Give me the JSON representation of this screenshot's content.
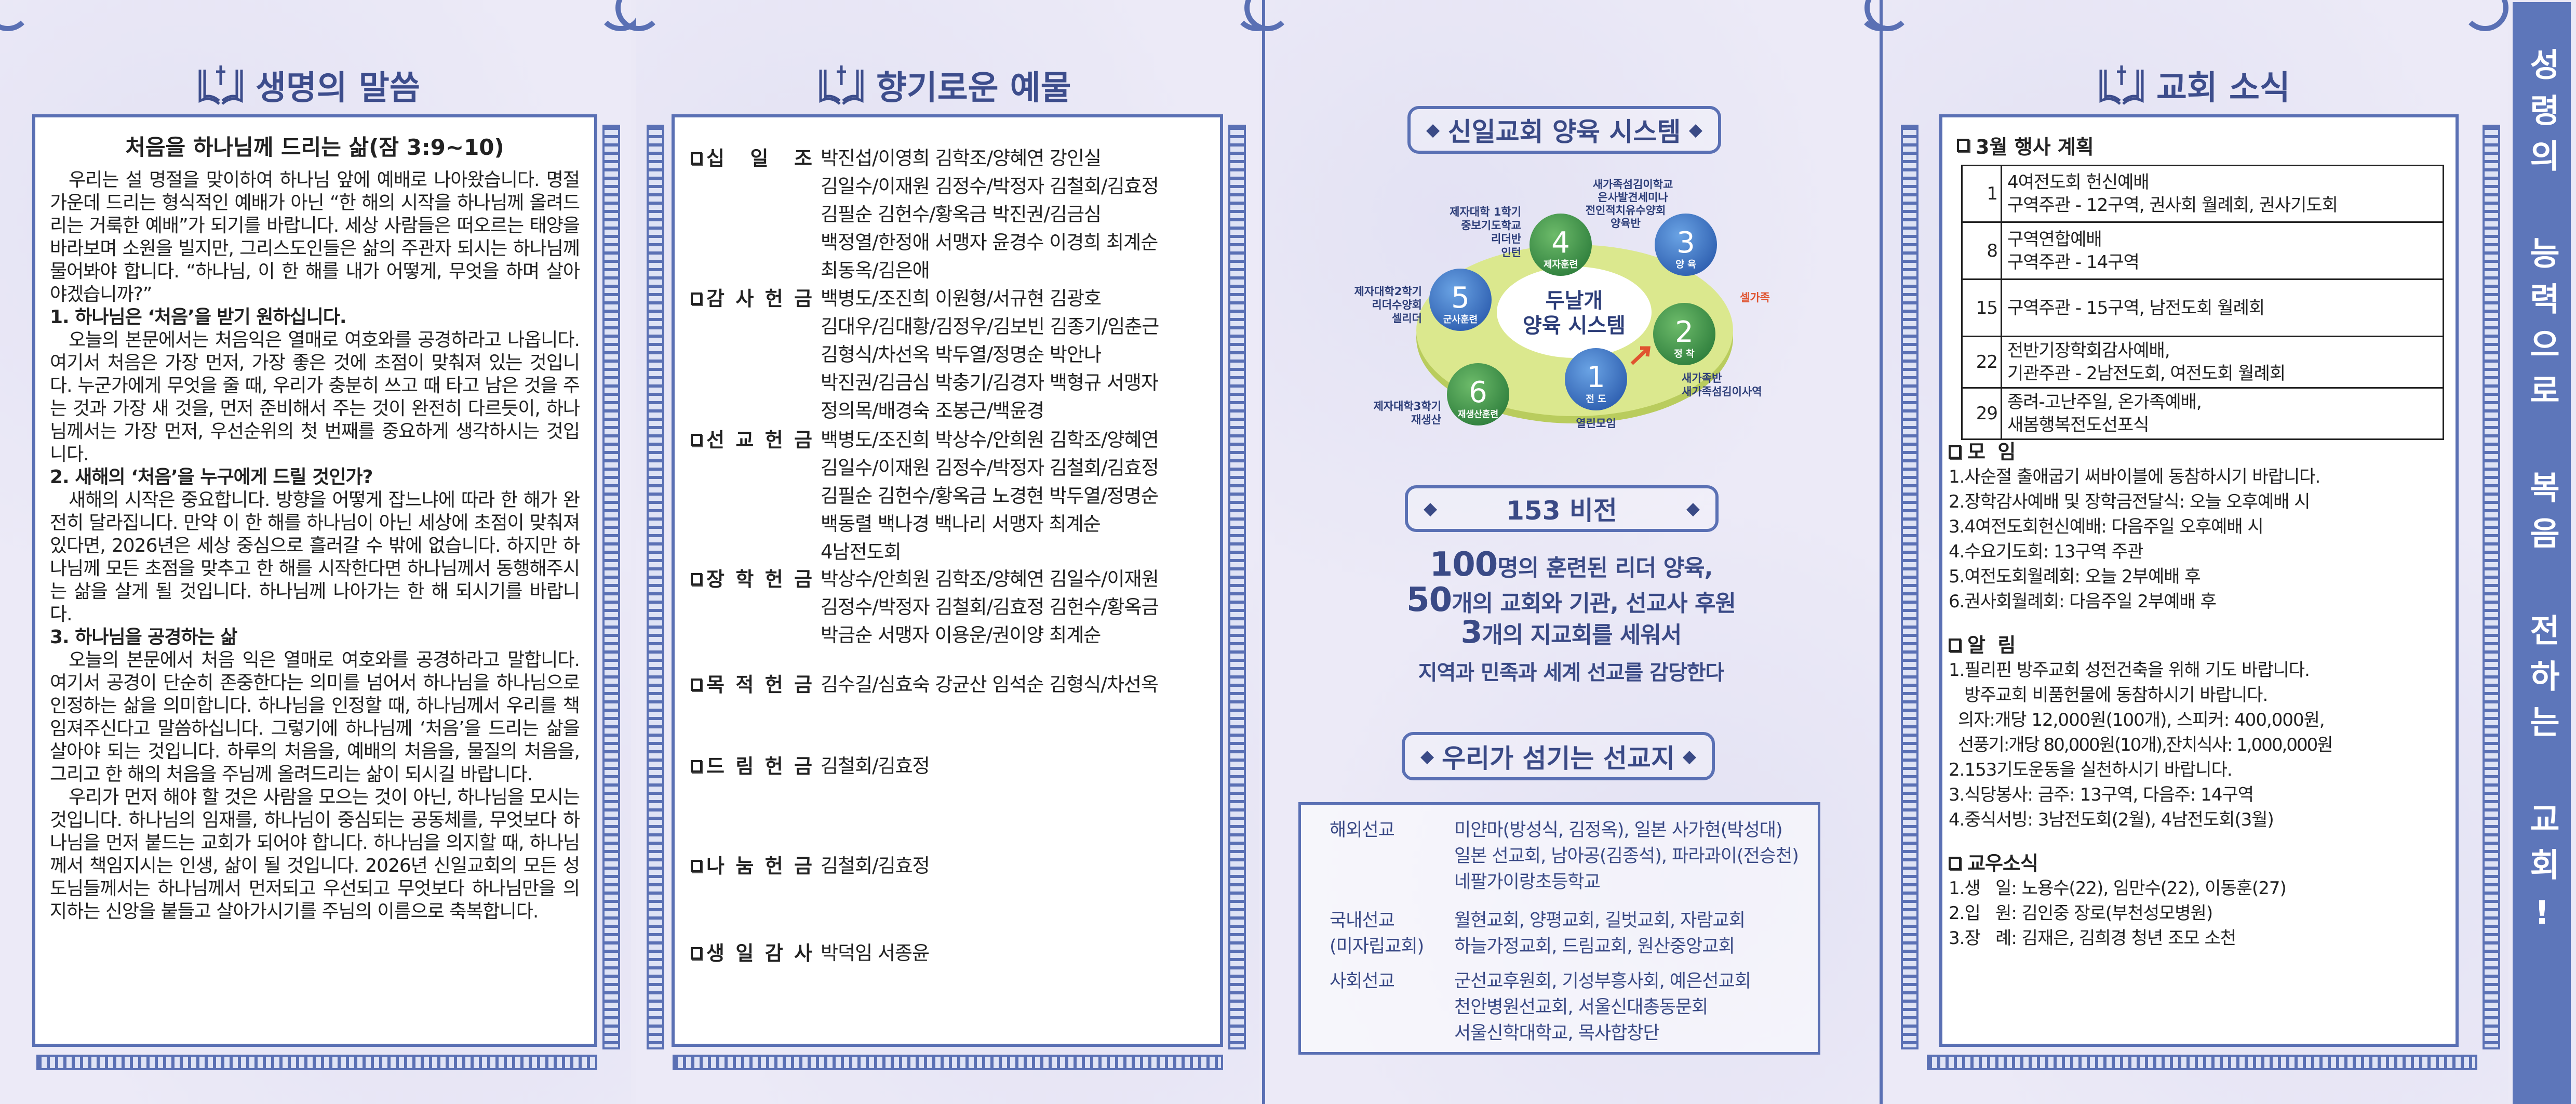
{
  "colors": {
    "frame_blue": "#5a70b4",
    "heading_navy": "#3a4a86",
    "banner": "#5d76ba",
    "green_circle": "#3f9a4a",
    "blue_circle": "#3a74c4",
    "ring": "#d9e78c",
    "accent_red": "#e0532f"
  },
  "panel1": {
    "header": "생명의 말씀",
    "sermon_title": "처음을 하나님께 드리는 삶(잠 3:9~10)",
    "intro": "우리는 설 명절을 맞이하여 하나님 앞에 예배로 나아왔습니다. 명절 가운데 드리는 형식적인 예배가 아닌 “한 해의 시작을 하나님께 올려드리는 거룩한 예배”가 되기를 바랍니다. 세상 사람들은 떠오르는 태양을 바라보며 소원을 빌지만, 그리스도인들은 삶의 주관자 되시는 하나님께 물어봐야 합니다. “하나님, 이 한 해를 내가 어떻게, 무엇을 하며 살아야겠습니까?”",
    "h1": "1. 하나님은 ‘처음’을 받기 원하십니다.",
    "p1": "오늘의 본문에서는 처음익은 열매로 여호와를 공경하라고 나옵니다. 여기서 처음은 가장 먼저, 가장 좋은 것에 초점이 맞춰져 있는 것입니다. 누군가에게 무엇을 줄 때, 우리가 충분히 쓰고 때 타고 남은 것을 주는 것과 가장 새 것을, 먼저 준비해서 주는 것이 완전히 다르듯이, 하나님께서는 가장 먼저, 우선순위의 첫 번째를 중요하게 생각하시는 것입니다.",
    "h2": "2. 새해의 ‘처음’을 누구에게 드릴 것인가?",
    "p2": "새해의 시작은 중요합니다. 방향을 어떻게 잡느냐에 따라 한 해가 완전히 달라집니다. 만약 이 한 해를 하나님이 아닌 세상에 초점이 맞춰져 있다면, 2026년은 세상 중심으로 흘러갈 수 밖에 없습니다. 하지만 하나님께 모든 초점을 맞추고 한 해를 시작한다면 하나님께서 동행해주시는 삶을 살게 될 것입니다. 하나님께 나아가는 한 해 되시기를 바랍니다.",
    "h3": "3. 하나님을 공경하는 삶",
    "p3": "오늘의 본문에서 처음 익은 열매로 여호와를 공경하라고 말합니다. 여기서 공경이 단순히 존중한다는 의미를 넘어서 하나님을 하나님으로 인정하는 삶을 의미합니다. 하나님을 인정할 때, 하나님께서 우리를 책임져주신다고 말씀하십니다. 그렇기에 하나님께 ‘처음’을 드리는 삶을 살아야 되는 것입니다. 하루의 처음을, 예배의 처음을, 물질의 처음을, 그리고 한 해의 처음을 주님께 올려드리는 삶이 되시길 바랍니다.",
    "p4": "우리가 먼저 해야 할 것은 사람을 모으는 것이 아닌, 하나님을 모시는 것입니다. 하나님의 임재를, 하나님이 중심되는 공동체를, 무엇보다 하나님을 먼저 붙드는 교회가 되어야 합니다. 하나님을 의지할 때, 하나님께서 책임지시는 인생, 삶이 될 것입니다. 2026년 신일교회의 모든 성도님들께서는 하나님께서 먼저되고 우선되고 무엇보다 하나님만을 의지하는 신앙을 붙들고 살아가시기를 주님의 이름으로 축복합니다."
  },
  "panel2": {
    "header": "향기로운 예물",
    "offerings": [
      {
        "label": "십 일 조",
        "lines": [
          "박진섭/이영희 김학조/양혜연 강인실",
          "김일수/이재원 김정수/박정자 김철회/김효정",
          "김필순 김헌수/황옥금 박진권/김금심",
          "백정열/한정애 서맹자 윤경수 이경희 최계순",
          "최동옥/김은애"
        ]
      },
      {
        "label": "감 사 헌 금",
        "lines": [
          "백병도/조진희 이원형/서규현 김광호",
          "김대우/김대황/김정우/김보빈 김종기/임춘근",
          "김형식/차선옥 박두열/정명순 박안나",
          "박진권/김금심 박충기/김경자 백형규 서맹자",
          "정의목/배경숙 조봉근/백윤경"
        ]
      },
      {
        "label": "선 교 헌 금",
        "lines": [
          "백병도/조진희 박상수/안희원 김학조/양혜연",
          "김일수/이재원 김정수/박정자 김철회/김효정",
          "김필순 김헌수/황옥금 노경현 박두열/정명순",
          "백동렬 백나경 백나리 서맹자 최계순",
          "4남전도회"
        ]
      },
      {
        "label": "장 학 헌 금",
        "lines": [
          "박상수/안희원 김학조/양혜연 김일수/이재원",
          "김정수/박정자 김철회/김효정 김헌수/황옥금",
          "박금순 서맹자 이용운/권이양 최계순"
        ]
      },
      {
        "label": "목 적 헌 금",
        "lines": [
          "김수길/심효숙 강균산 임석순 김형식/차선옥"
        ]
      },
      {
        "label": "드 림 헌 금",
        "lines": [
          "김철회/김효정"
        ]
      },
      {
        "label": "나 눔 헌 금",
        "lines": [
          "김철회/김효정"
        ]
      },
      {
        "label": "생 일 감 사",
        "lines": [
          "박덕임 서종윤"
        ]
      }
    ]
  },
  "panel3": {
    "system_title": "신일교회 양육 시스템",
    "diagram": {
      "center": [
        "두날개",
        "양육 시스템"
      ],
      "steps": [
        {
          "num": "1",
          "name": "전 도",
          "note": [
            "열린모임"
          ]
        },
        {
          "num": "2",
          "name": "정 착",
          "note": [
            "새가족반",
            "새가족섬김이사역"
          ]
        },
        {
          "num": "3",
          "name": "양 육",
          "note": [
            "새가족섬김이학교",
            "은사발견세미나",
            "전인적치유수양회",
            "양육반"
          ]
        },
        {
          "num": "4",
          "name": "제자훈련",
          "note": [
            "제자대학 1학기",
            "중보기도학교",
            "리더반",
            "인턴"
          ]
        },
        {
          "num": "5",
          "name": "군사훈련",
          "note": [
            "제자대학2학기",
            "리더수양회",
            "셀리더"
          ]
        },
        {
          "num": "6",
          "name": "재생산훈련",
          "note": [
            "제자대학3학기",
            "재생산"
          ]
        }
      ],
      "cell_label": "셀가족"
    },
    "vision_title": "153 비전",
    "vision_lines": [
      {
        "num": "100",
        "text": "명의 훈련된 리더 양육,"
      },
      {
        "num": "50",
        "text": "개의 교회와 기관, 선교사 후원"
      },
      {
        "num": "3",
        "text": "개의 지교회를 세워서"
      },
      {
        "num": "",
        "text": "지역과 민족과 세계 선교를 감당한다"
      }
    ],
    "mission_title": "우리가 섬기는 선교지",
    "missions": [
      {
        "label": [
          "해외선교"
        ],
        "lines": [
          "미얀마(방성식, 김정옥), 일본 사가현(박성대)",
          "일본 선교회, 남아공(김종석), 파라과이(전승천)",
          "네팔가이랑초등학교"
        ]
      },
      {
        "label": [
          "국내선교",
          "(미자립교회)"
        ],
        "lines": [
          "월현교회, 양평교회, 길벗교회, 자람교회",
          "하늘가정교회, 드림교회, 원산중앙교회"
        ]
      },
      {
        "label": [
          "사회선교"
        ],
        "lines": [
          "군선교후원회, 기성부흥사회, 예은선교회",
          "천안병원선교회, 서울신대총동문회",
          "서울신학대학교, 목사합창단"
        ]
      }
    ]
  },
  "panel4": {
    "header": "교회 소식",
    "events_title": "3월 행사 계획",
    "events": [
      {
        "date": "1",
        "lines": [
          "4여전도회 헌신예배",
          "구역주관 - 12구역, 권사회 월례회, 권사기도회"
        ]
      },
      {
        "date": "8",
        "lines": [
          "구역연합예배",
          "구역주관 - 14구역"
        ]
      },
      {
        "date": "15",
        "lines": [
          "구역주관 - 15구역, 남전도회 월례회"
        ]
      },
      {
        "date": "22",
        "lines": [
          "전반기장학회감사예배,",
          "기관주관 - 2남전도회, 여전도회 월례회"
        ]
      },
      {
        "date": "29",
        "lines": [
          "종려-고난주일, 온가족예배,",
          "새봄행복전도선포식"
        ]
      }
    ],
    "meetings_title": "모  임",
    "meetings": [
      "1.사순절 출애굽기 써바이블에 동참하시기 바랍니다.",
      "2.장학감사예배 및 장학금전달식: 오늘 오후예배 시",
      "3.4여전도회헌신예배: 다음주일 오후예배 시",
      "4.수요기도회: 13구역 주관",
      "5.여전도회월례회: 오늘 2부예배 후",
      "6.권사회월례회: 다음주일 2부예배 후"
    ],
    "notices_title": "알  림",
    "notices": [
      "1.필리핀 방주교회 성전건축을 위해 기도 바랍니다.",
      "방주교회 비품헌물에 동참하시기 바랍니다.",
      "의자:개당 12,000원(100개), 스피커: 400,000원,",
      "선풍기:개당 80,000원(10개),잔치식사: 1,000,000원",
      "2.153기도운동을 실천하시기 바랍니다.",
      "3.식당봉사: 금주: 13구역, 다음주: 14구역",
      "4.중식서빙: 3남전도회(2월), 4남전도회(3월)"
    ],
    "members_title": "교우소식",
    "members": [
      "1.생   일: 노용수(22), 임만수(22), 이동훈(27)",
      "2.입   원: 김인중 장로(부천성모병원)",
      "3.장   례: 김재은, 김희경 청년 조모 소천"
    ]
  },
  "banner": "성령의 능력으로 복음 전하는 교회!"
}
